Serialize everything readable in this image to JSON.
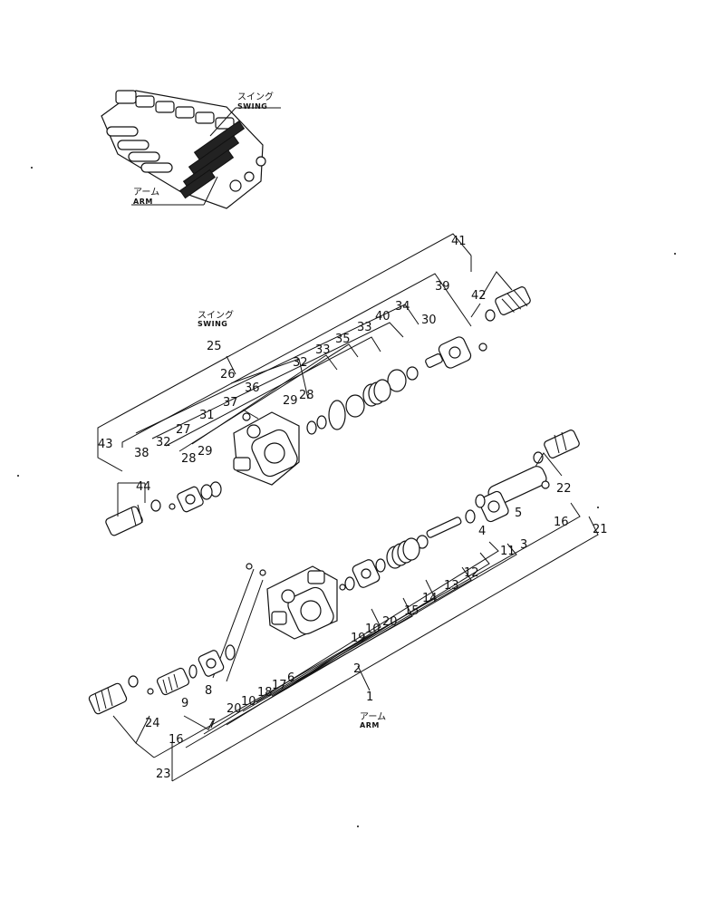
{
  "labels": {
    "swing_jp": "スイング",
    "swing_en": "SWING",
    "arm_jp": "アーム",
    "arm_en": "ARM"
  },
  "upper_assembly_numbers": {
    "n41": "41",
    "n42": "42",
    "n39": "39",
    "n34": "34",
    "n40": "40",
    "n33a": "33",
    "n30": "30",
    "n35": "35",
    "n33b": "33",
    "n32a": "32",
    "n25": "25",
    "n26": "26",
    "n36": "36",
    "n29a": "29",
    "n28a": "28",
    "n37": "37",
    "n31": "31",
    "n27": "27",
    "n29b": "29",
    "n28b": "28",
    "n32b": "32",
    "n38": "38",
    "n43": "43",
    "n44": "44"
  },
  "lower_assembly_numbers": {
    "n22": "22",
    "n21": "21",
    "n5": "5",
    "n16a": "16",
    "n4": "4",
    "n11": "11",
    "n3": "3",
    "n12": "12",
    "n13": "13",
    "n14": "14",
    "n15": "15",
    "n20a": "20",
    "n10a": "10",
    "n19": "19",
    "n2": "2",
    "n1": "1",
    "n6": "6",
    "n17": "17",
    "n18": "18",
    "n10b": "10",
    "n20b": "20",
    "n8": "8",
    "n9": "9",
    "n7": "7",
    "n24": "24",
    "n16b": "16",
    "n23": "23"
  },
  "icons": {
    "thumbnail": "control-valve-overview-icon"
  }
}
